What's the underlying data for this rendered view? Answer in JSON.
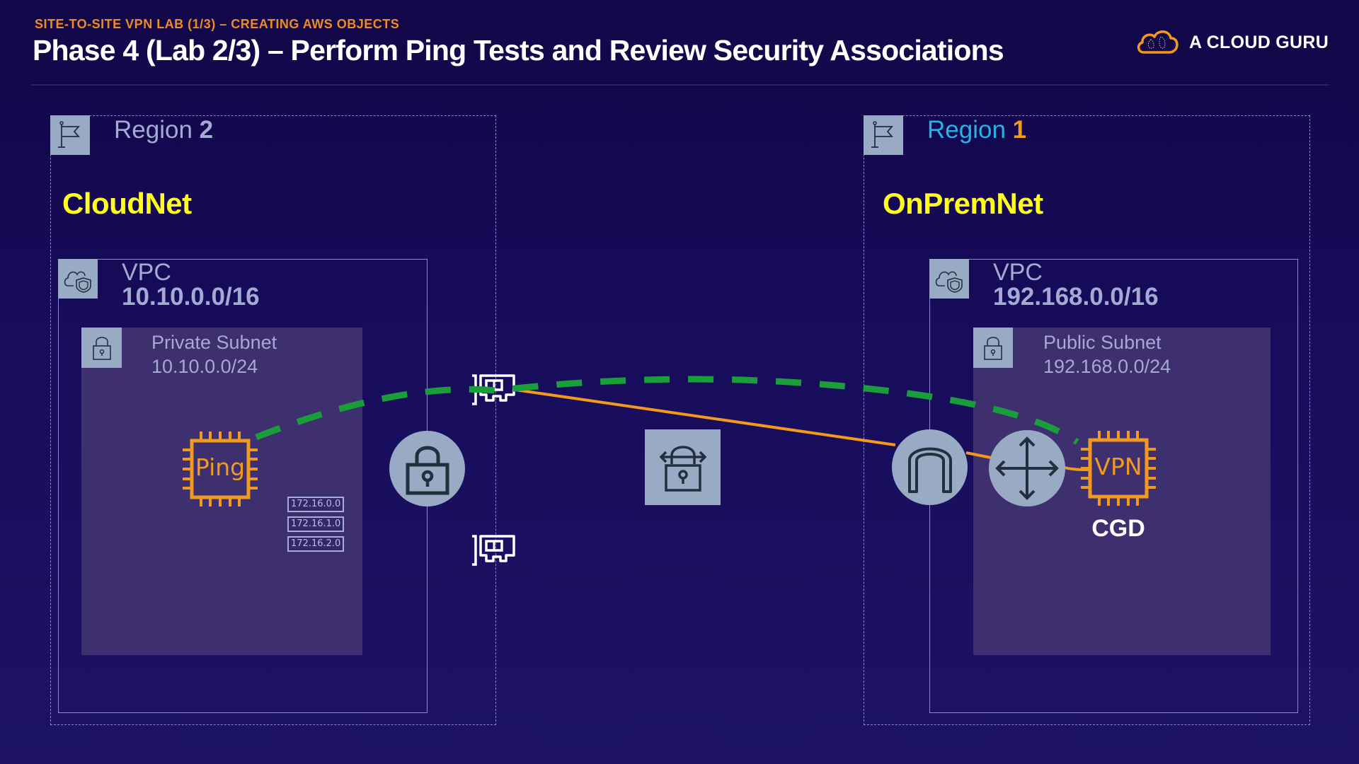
{
  "header": {
    "kicker": "SITE-TO-SITE VPN LAB (1/3) – CREATING AWS OBJECTS",
    "title": "Phase 4 (Lab 2/3) – Perform Ping Tests and Review Security Associations",
    "brand": "A CLOUD GURU",
    "brand_icon": "cloud-logo-icon"
  },
  "colors": {
    "background": "#150a52",
    "kicker": "#f08a24",
    "net_name": "#ffff1a",
    "region1_word": "#22b4e6",
    "region1_number": "#f39a1c",
    "icon_box": "#98aac4",
    "subnet_fill": "#3e2f6e",
    "ping_path": "#1a9e3a",
    "vpn_tunnel": "#f39a1c",
    "chip": "#f29a1f"
  },
  "left": {
    "region_word": "Region",
    "region_number": "2",
    "region_icon": "flag-icon",
    "network_name": "CloudNet",
    "vpc": {
      "title": "VPC",
      "cidr": "10.10.0.0/16",
      "icon": "vpc-cloud-shield-icon"
    },
    "subnet": {
      "title": "Private Subnet",
      "cidr": "10.10.0.0/24",
      "icon": "lock-icon"
    },
    "instance": {
      "label": "Ping",
      "icon": "ec2-instance-chip-icon"
    },
    "route_entries": [
      "172.16.0.0",
      "172.16.1.0",
      "172.16.2.0"
    ],
    "vgw_icon": "virtual-private-gateway-lock-icon",
    "nic_icons": [
      "network-interface-icon",
      "network-interface-icon"
    ]
  },
  "middle": {
    "vpn_connection_icon": "vpn-connection-icon"
  },
  "right": {
    "region_word": "Region",
    "region_number": "1",
    "region_icon": "flag-icon",
    "network_name": "OnPremNet",
    "vpc": {
      "title": "VPC",
      "cidr": "192.168.0.0/16",
      "icon": "vpc-cloud-shield-icon"
    },
    "subnet": {
      "title": "Public Subnet",
      "cidr": "192.168.0.0/24",
      "icon": "lock-icon"
    },
    "igw_icon": "internet-gateway-icon",
    "router_icon": "router-arrows-icon",
    "instance": {
      "label": "VPN",
      "caption": "CGD",
      "icon": "ec2-instance-chip-icon"
    }
  },
  "connections": [
    {
      "name": "ping-path",
      "style": "dashed",
      "from": "Ping",
      "to": "VPN"
    },
    {
      "name": "vpn-tunnel",
      "style": "solid",
      "from": "network-interface",
      "to": "VPN"
    }
  ]
}
